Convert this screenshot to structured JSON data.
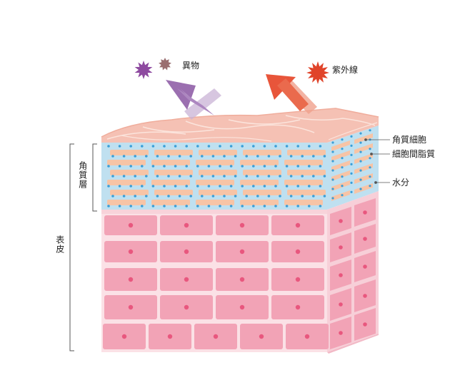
{
  "labels": {
    "foreign": "異物",
    "uv": "紫外線",
    "corneocyte": "角質細胞",
    "intercellular_lipid": "細胞間脂質",
    "water": "水分",
    "stratum_corneum": "角質層",
    "epidermis": "表皮"
  },
  "colors": {
    "foreign_particle_1": "#8e4aa0",
    "foreign_particle_2": "#9a6e70",
    "foreign_arrow": "#9b6fb0",
    "uv_burst": "#e0442a",
    "uv_arrow": "#e8553a",
    "skin_surface": "#f5c1b4",
    "corneocyte_fill": "#f7c4a6",
    "lipid_bg": "#bfe0f0",
    "water_dot": "#3a9fd8",
    "cell_fill": "#f2a3b6",
    "cell_nucleus": "#e8577e",
    "tissue_bg": "#fbe1e6"
  }
}
